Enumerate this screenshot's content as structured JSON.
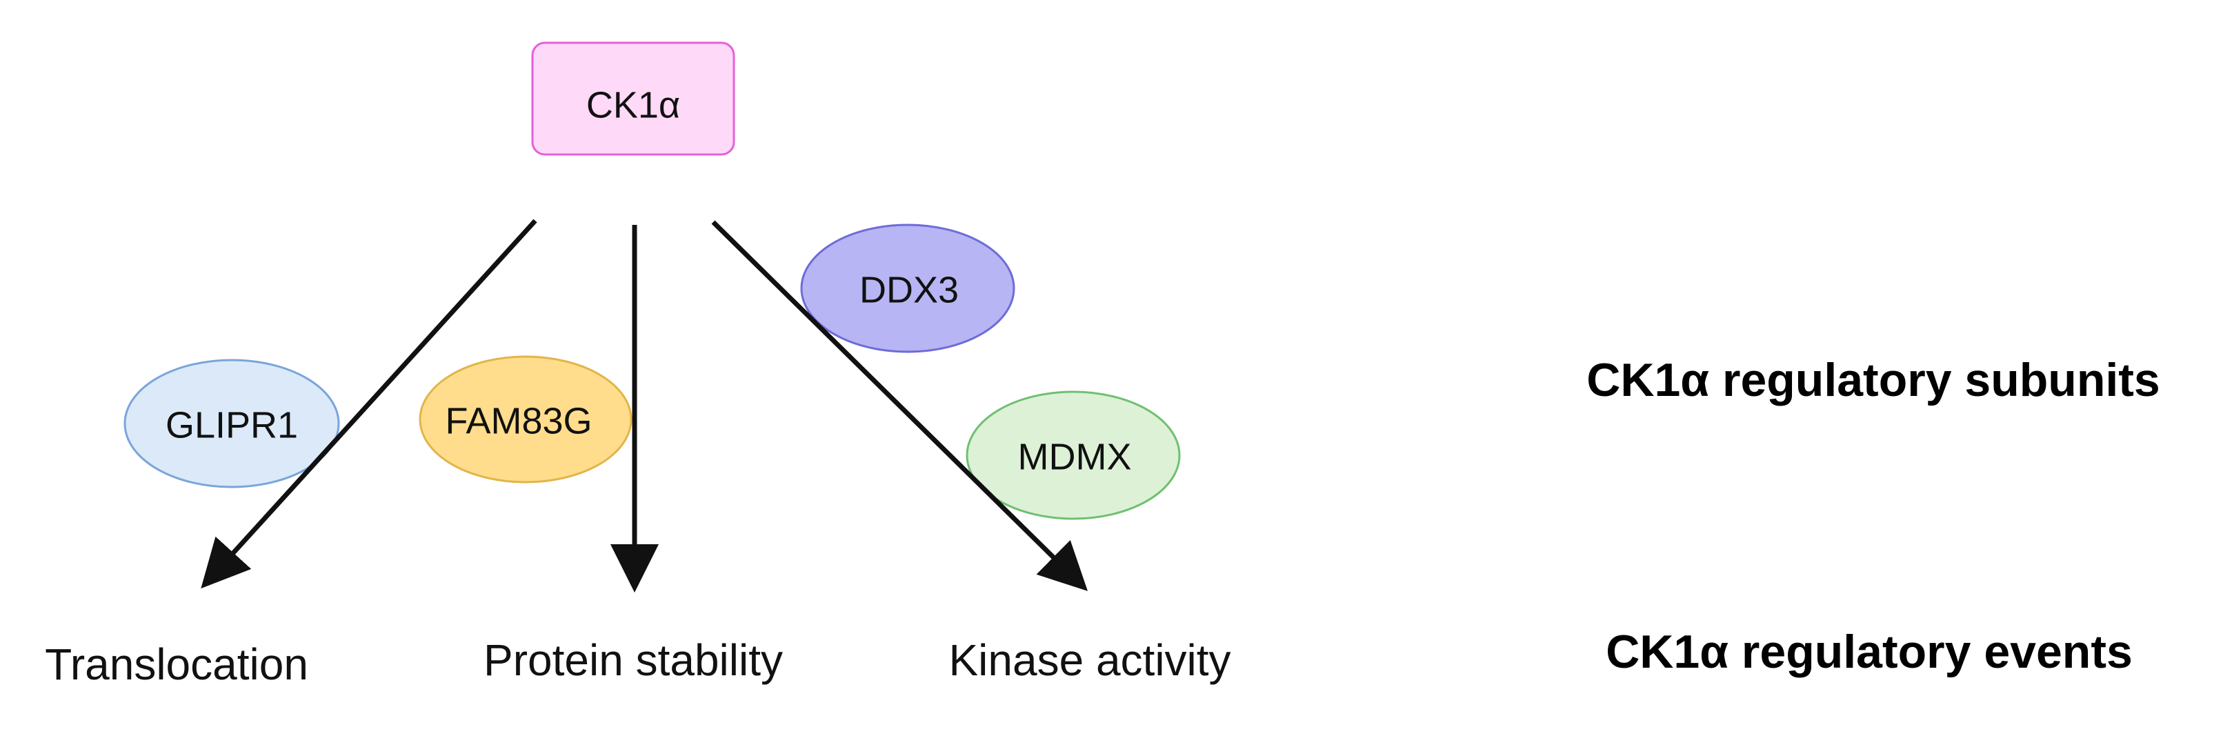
{
  "top_node": {
    "label": "CK1α",
    "color": "#FFD9F8",
    "border": "#E65FD9"
  },
  "subunits": [
    {
      "label": "GLIPR1",
      "color": "#DCE9F8",
      "border": "#7AA5DB"
    },
    {
      "label": "FAM83G",
      "color": "#FFDD8C",
      "border": "#E2B54A"
    },
    {
      "label": "DDX3",
      "color": "#B7B5F3",
      "border": "#6E6CD8"
    },
    {
      "label": "MDMX",
      "color": "#DDF1D7",
      "border": "#6FC070"
    }
  ],
  "events": [
    {
      "label": "Translocation"
    },
    {
      "label": "Protein stability"
    },
    {
      "label": "Kinase activity"
    }
  ],
  "side_labels": {
    "subunits": "CK1α regulatory subunits",
    "events": "CK1α regulatory events"
  }
}
